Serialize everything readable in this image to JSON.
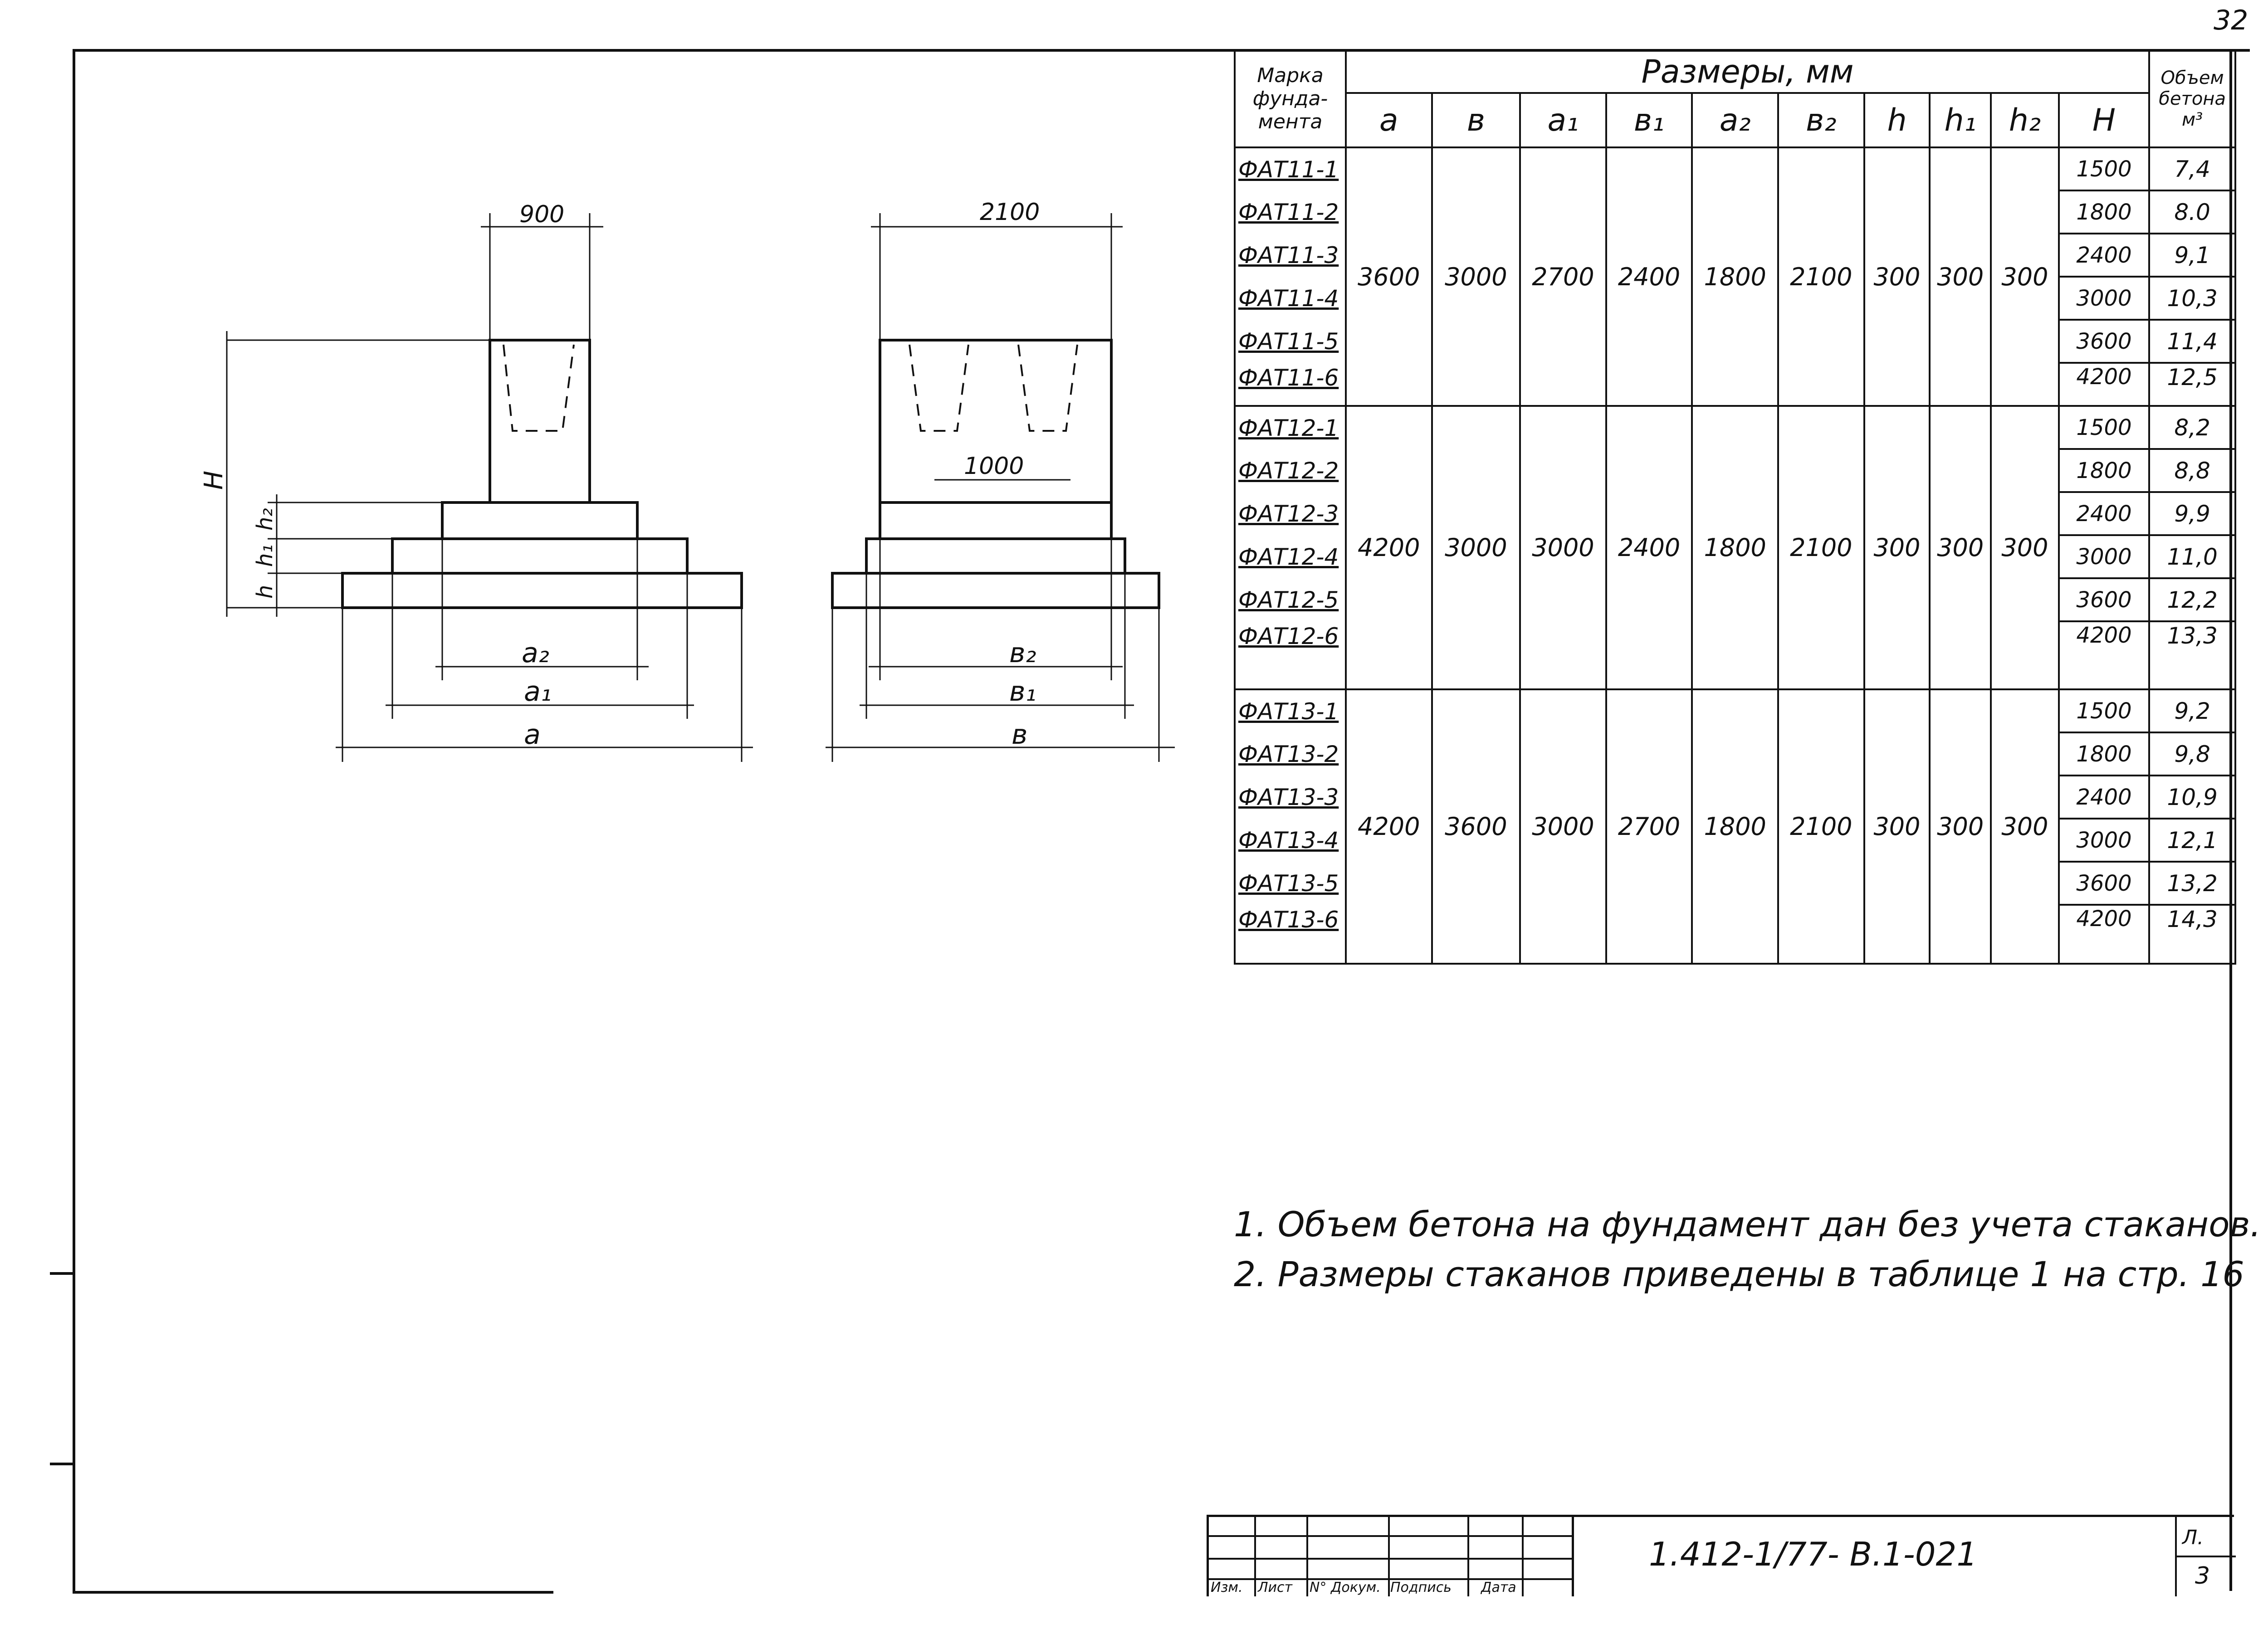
{
  "sheet_corner": "32",
  "table": {
    "col_mark_header": "Марка фунда- мента",
    "col_dims_header": "Размеры, мм",
    "col_volume_header": "Объем бетона м³",
    "dim_headers": [
      "a",
      "в",
      "a₁",
      "в₁",
      "a₂",
      "в₂",
      "h",
      "h₁",
      "h₂",
      "H"
    ],
    "groups": [
      {
        "marks": [
          "ФАТ11-1",
          "ФАТ11-2",
          "ФАТ11-3",
          "ФАТ11-4",
          "ФАТ11-5",
          "ФАТ11-6"
        ],
        "dims": [
          "3600",
          "3000",
          "2700",
          "2400",
          "1800",
          "2100",
          "300",
          "300",
          "300"
        ],
        "H": [
          "1500",
          "1800",
          "2400",
          "3000",
          "3600",
          "4200"
        ],
        "volume": [
          "7,4",
          "8.0",
          "9,1",
          "10,3",
          "11,4",
          "12,5"
        ]
      },
      {
        "marks": [
          "ФАТ12-1",
          "ФАТ12-2",
          "ФАТ12-3",
          "ФАТ12-4",
          "ФАТ12-5",
          "ФАТ12-6"
        ],
        "dims": [
          "4200",
          "3000",
          "3000",
          "2400",
          "1800",
          "2100",
          "300",
          "300",
          "300"
        ],
        "H": [
          "1500",
          "1800",
          "2400",
          "3000",
          "3600",
          "4200"
        ],
        "volume": [
          "8,2",
          "8,8",
          "9,9",
          "11,0",
          "12,2",
          "13,3"
        ]
      },
      {
        "marks": [
          "ФАТ13-1",
          "ФАТ13-2",
          "ФАТ13-3",
          "ФАТ13-4",
          "ФАТ13-5",
          "ФАТ13-6"
        ],
        "dims": [
          "4200",
          "3600",
          "3000",
          "2700",
          "1800",
          "2100",
          "300",
          "300",
          "300"
        ],
        "H": [
          "1500",
          "1800",
          "2400",
          "3000",
          "3600",
          "4200"
        ],
        "volume": [
          "9,2",
          "9,8",
          "10,9",
          "12,1",
          "13,2",
          "14,3"
        ]
      }
    ]
  },
  "drawing": {
    "front": {
      "top_dim": "900",
      "a2": "a₂",
      "a1": "a₁",
      "a": "a",
      "H": "H",
      "h": "h",
      "h1": "h₁",
      "h2": "h₂"
    },
    "side": {
      "top_dim": "2100",
      "inner_dim": "1000",
      "b2": "в₂",
      "b1": "в₁",
      "b": "в"
    }
  },
  "notes": [
    "1. Объем бетона на фундамент дан без учета стаканов.",
    "2. Размеры стаканов приведены в таблице 1 на стр. 16"
  ],
  "title_block": {
    "doc_code": "1.412-1/77- В.1-021",
    "col_labels": [
      "Изм.",
      "Лист",
      "N° Докум.",
      "Подпись",
      "Дата"
    ],
    "sheet_label": "Л.",
    "sheet_number": "3"
  }
}
